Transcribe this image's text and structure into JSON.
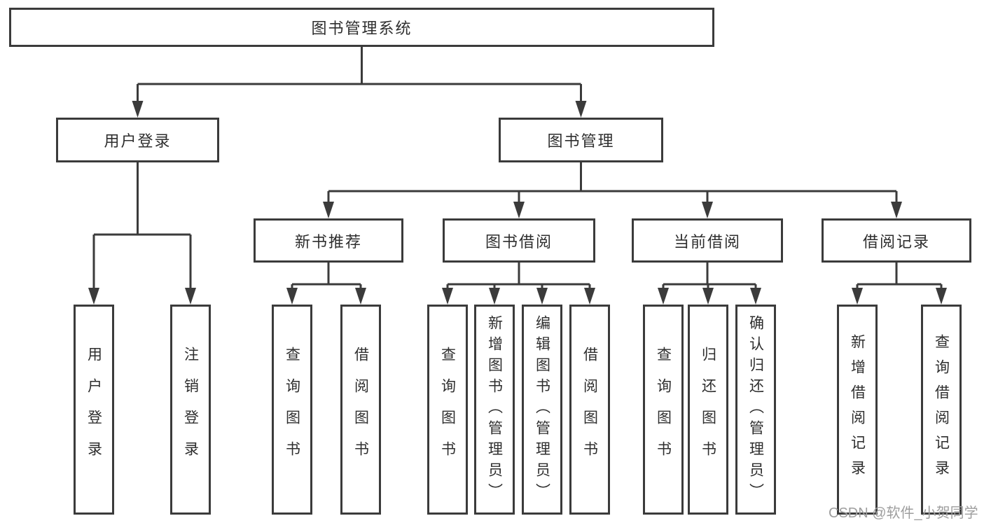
{
  "diagram": {
    "type": "hierarchy-tree",
    "root": {
      "label": "图书管理系统"
    },
    "level2": [
      {
        "id": "user-login",
        "label": "用户登录",
        "parent": "图书管理系统"
      },
      {
        "id": "book-management",
        "label": "图书管理",
        "parent": "图书管理系统"
      }
    ],
    "level3": [
      {
        "id": "new-book-recommend",
        "label": "新书推荐",
        "parent": "图书管理"
      },
      {
        "id": "book-borrow",
        "label": "图书借阅",
        "parent": "图书管理"
      },
      {
        "id": "current-borrow",
        "label": "当前借阅",
        "parent": "图书管理"
      },
      {
        "id": "borrow-records",
        "label": "借阅记录",
        "parent": "图书管理"
      }
    ],
    "leaves": [
      {
        "label": "用户登录",
        "parent": "用户登录"
      },
      {
        "label": "注销登录",
        "parent": "用户登录"
      },
      {
        "label": "查询图书",
        "parent": "新书推荐"
      },
      {
        "label": "借阅图书",
        "parent": "新书推荐"
      },
      {
        "label": "查询图书",
        "parent": "图书借阅"
      },
      {
        "label": "新增图书（管理员）",
        "parent": "图书借阅"
      },
      {
        "label": "编辑图书（管理员）",
        "parent": "图书借阅"
      },
      {
        "label": "借阅图书",
        "parent": "图书借阅"
      },
      {
        "label": "查询图书",
        "parent": "当前借阅"
      },
      {
        "label": "归还图书",
        "parent": "当前借阅"
      },
      {
        "label": "确认归还（管理员）",
        "parent": "当前借阅"
      },
      {
        "label": "新增借阅记录",
        "parent": "借阅记录"
      },
      {
        "label": "查询借阅记录",
        "parent": "借阅记录"
      }
    ],
    "colors": {
      "line": "#3b3b3b",
      "border": "#3b3b3b",
      "text": "#2e2e2e",
      "node_background": "#ffffff",
      "page_background": "#ffffff"
    }
  },
  "watermark": {
    "text": "CSDN @软件_小贺同学",
    "color": "#9e9e9e"
  }
}
